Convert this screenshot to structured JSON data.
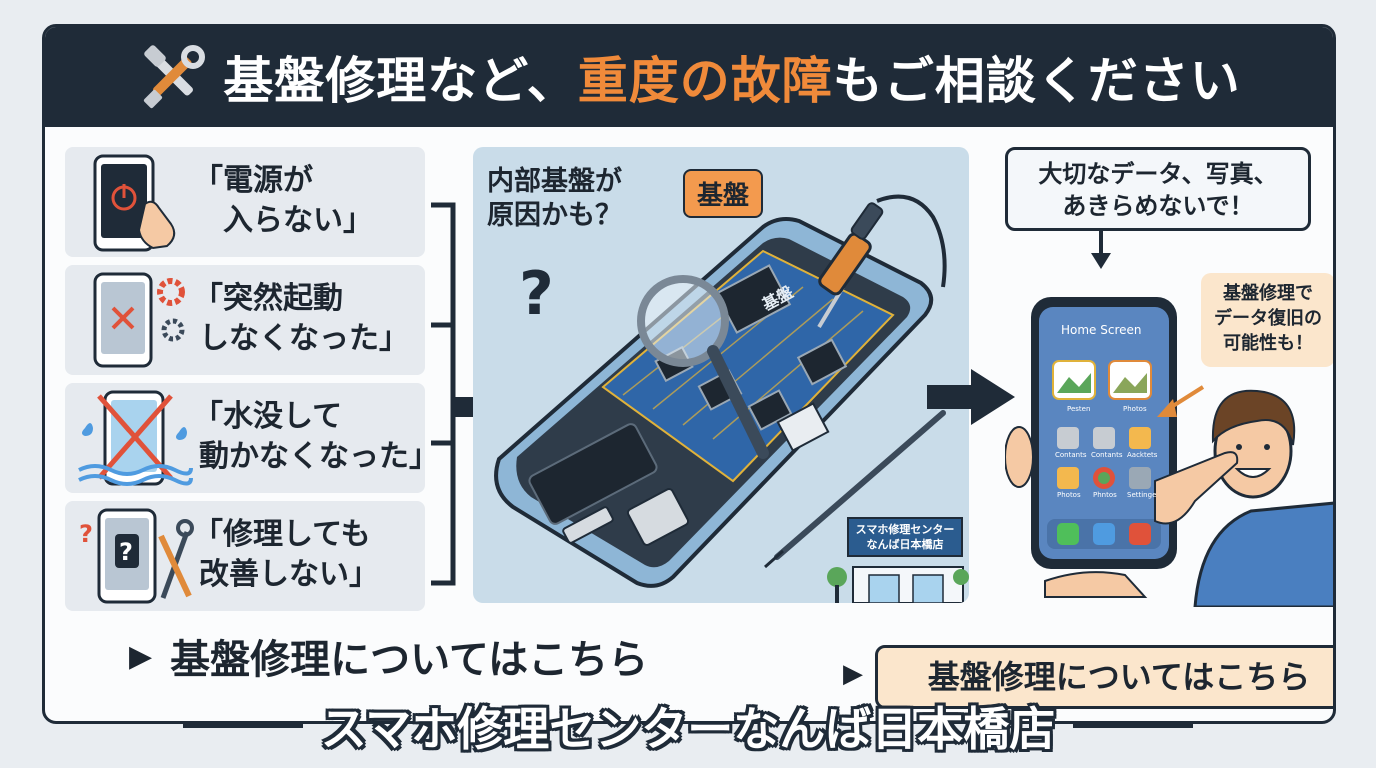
{
  "header": {
    "title_part1": "基盤修理など、",
    "title_highlight": "重度の故障",
    "title_part2": "もご相談ください",
    "icon": "tools-icon"
  },
  "symptoms": [
    {
      "line1": "「電源が",
      "line2": "入らない」",
      "icon": "power-phone-icon"
    },
    {
      "line1": "「突然起動",
      "line2": "しなくなった」",
      "icon": "error-gear-phone-icon"
    },
    {
      "line1": "「水没して",
      "line2": "動かなくなった」",
      "icon": "water-damage-phone-icon"
    },
    {
      "line1": "「修理しても",
      "line2": "改善しない」",
      "icon": "question-phone-icon"
    }
  ],
  "center": {
    "question_line1": "内部基盤が",
    "question_line2": "原因かも？",
    "board_tag": "基盤",
    "question_mark": "?",
    "chip_label": "基盤",
    "shop_sign_line1": "スマホ修理センター",
    "shop_sign_line2": "なんば日本橋店"
  },
  "right": {
    "bubble_line1": "大切なデータ、写真、",
    "bubble_line2": "あきらめないで！",
    "note_line1": "基盤修理で",
    "note_line2": "データ復旧の",
    "note_line3": "可能性も！",
    "phone_title": "Home Screen",
    "apps": [
      "Pesten",
      "Photos",
      "Contants",
      "Contants",
      "Aacktets",
      "Photos",
      "Phntos",
      "Settinge"
    ]
  },
  "cta": {
    "arrow": "▶",
    "text": "基盤修理についてはこちら",
    "button_label": "基盤修理についてはこちら"
  },
  "footer": {
    "shop_name": "スマホ修理センターなんば日本橋店"
  },
  "colors": {
    "navy": "#1f2b38",
    "orange": "#f08a3a",
    "peach": "#fbe6cc",
    "panel": "#e6eaef",
    "center_bg": "#c9dce9"
  }
}
